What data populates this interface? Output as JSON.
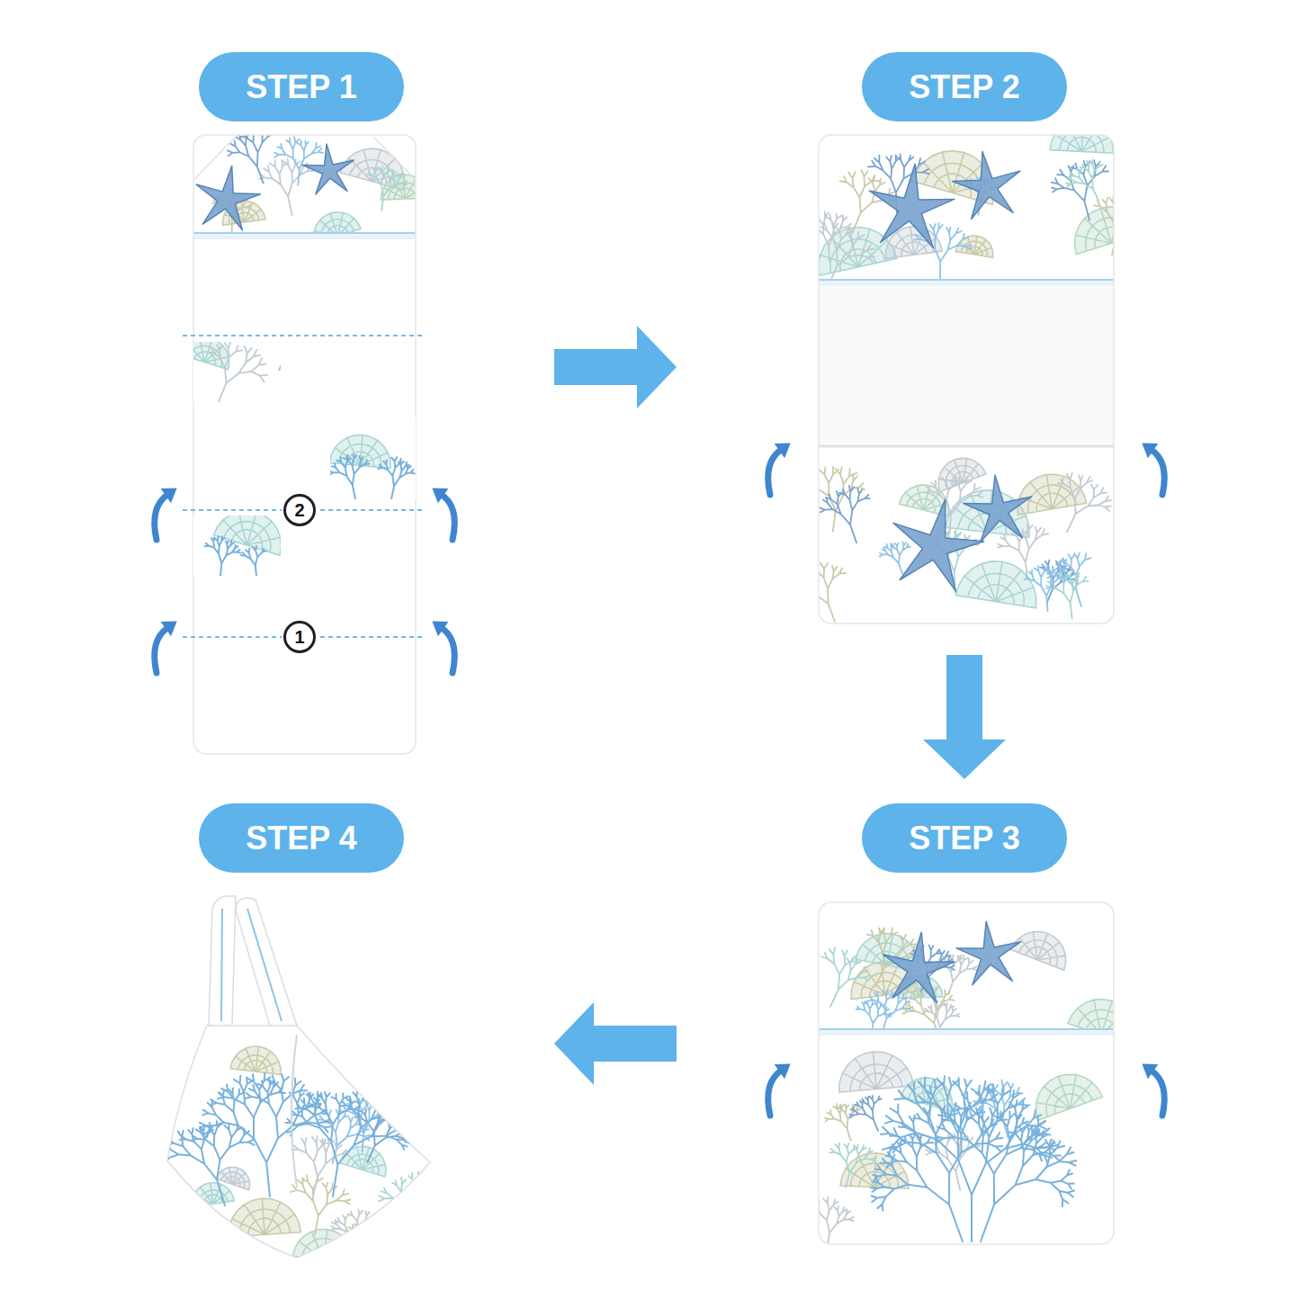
{
  "diagram": {
    "nodes": [
      {
        "text": [
          "STEP 1"
        ]
      },
      {
        "text": [
          "2"
        ],
        "in": 0
      },
      {
        "text": [
          "1"
        ],
        "in": 0
      },
      {
        "text": [
          "STEP 2"
        ]
      },
      {
        "text": [
          "STEP 3"
        ]
      },
      {
        "text": [
          "STEP 4"
        ]
      }
    ],
    "edges": [
      {
        "from": 0,
        "to": 3,
        "arrow": "to"
      },
      {
        "from": 3,
        "to": 4,
        "arrow": "to"
      },
      {
        "from": 4,
        "to": 5,
        "arrow": "to"
      }
    ]
  }
}
